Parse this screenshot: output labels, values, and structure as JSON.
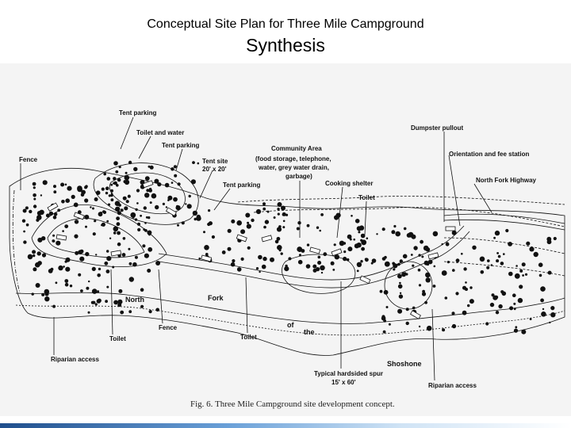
{
  "slide": {
    "title": "Conceptual Site Plan for Three Mile Campground",
    "subtitle": "Synthesis"
  },
  "diagram": {
    "labels": {
      "tent_parking_1": "Tent parking",
      "toilet_water": "Toilet and water",
      "tent_parking_2": "Tent parking",
      "tent_site_1": "Tent site",
      "tent_site_2": "20' x 20'",
      "tent_parking_3": "Tent parking",
      "fence_top": "Fence",
      "community_1": "Community Area",
      "community_2": "(food storage, telephone,",
      "community_3": "water, grey water drain,",
      "community_4": "garbage)",
      "cooking_shelter": "Cooking shelter",
      "toilet_center": "Toilet",
      "dumpster": "Dumpster pullout",
      "orientation": "Orientation and fee station",
      "highway": "North Fork Highway",
      "toilet_bl": "Toilet",
      "fence_bottom": "Fence",
      "toilet_bc": "Toilet",
      "riparian_left": "Riparian access",
      "spur_1": "Typical hardsided spur",
      "spur_2": "15' x 60'",
      "riparian_right": "Riparian access",
      "river_1": "North",
      "river_2": "Fork",
      "river_3": "of",
      "river_4": "the",
      "river_5": "Shoshone"
    },
    "caption": "Fig. 6.  Three Mile Campground site development concept."
  }
}
